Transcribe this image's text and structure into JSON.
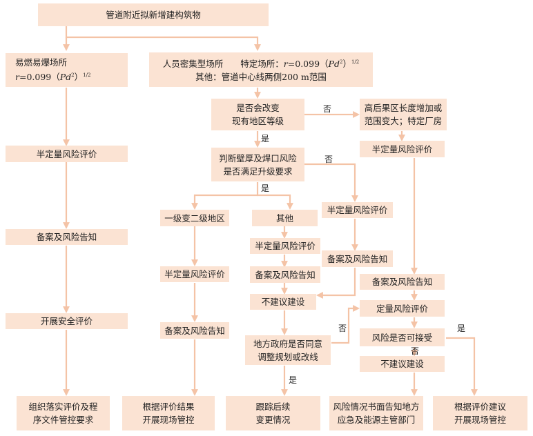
{
  "nodes": {
    "top": [
      "管道附近拟新增建构筑物"
    ],
    "flammable": [
      "易燃易爆场所",
      "r=0.099（Pd²）1/2"
    ],
    "crowd": [
      "人员密集型场所　　特定场所：r=0.099（Pd²）1/2",
      "其他：管道中心线两侧200 m范围"
    ],
    "change_class": [
      "是否会改变",
      "现有地区等级"
    ],
    "hc_area": [
      "高后果区长度增加或",
      "范围变大；特定厂房"
    ],
    "semi_left": [
      "半定量风险评价"
    ],
    "semi_right_top": [
      "半定量风险评价"
    ],
    "wall": [
      "判断壁厚及焊口风险",
      "是否满足升级要求"
    ],
    "semi_mid_right": [
      "半定量风险评价"
    ],
    "class12": [
      "一级变二级地区"
    ],
    "other": [
      "其他"
    ],
    "record_left": [
      "备案及风险告知"
    ],
    "semi_other": [
      "半定量风险评价"
    ],
    "record_mid_right": [
      "备案及风险告知"
    ],
    "semi_c12": [
      "半定量风险评价"
    ],
    "record_other": [
      "备案及风险告知"
    ],
    "record_right": [
      "备案及风险告知"
    ],
    "not_rec_mid": [
      "不建议建设"
    ],
    "quant": [
      "定量风险评价"
    ],
    "safety": [
      "开展安全评价"
    ],
    "record_c12": [
      "备案及风险告知"
    ],
    "acceptable": [
      "风险是否可接受"
    ],
    "gov": [
      "地方政府是否同意",
      "调整规划或改线"
    ],
    "not_rec_right": [
      "不建议建设"
    ],
    "b1": [
      "组织落实评价及程",
      "序文件管控要求"
    ],
    "b2": [
      "根据评价结果",
      "开展现场管控"
    ],
    "b3": [
      "跟踪后续",
      "变更情况"
    ],
    "b4": [
      "风险情况书面告知地方",
      "应急及能源主管部门"
    ],
    "b5": [
      "根据评价建议",
      "开展现场管控"
    ]
  },
  "edge_labels": {
    "no1": "否",
    "yes1": "是",
    "no2": "否",
    "yes2": "是",
    "no3": "否",
    "yes3": "是",
    "no4": "否",
    "yes4": "是"
  },
  "colors": {
    "box_fill": "#fbe3d3",
    "arrow": "#f4c3a6"
  }
}
